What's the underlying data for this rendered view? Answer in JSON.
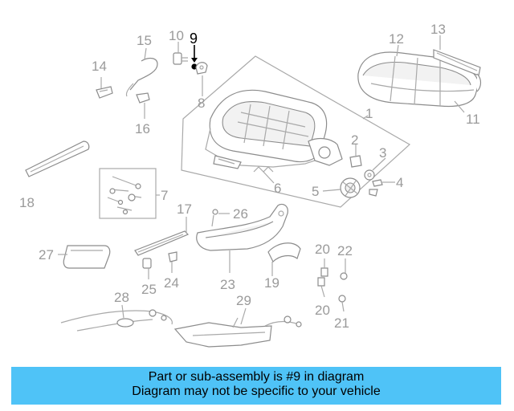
{
  "diagram": {
    "highlighted_part": "9",
    "callouts": [
      "1",
      "2",
      "3",
      "4",
      "5",
      "6",
      "7",
      "8",
      "9",
      "10",
      "11",
      "12",
      "13",
      "14",
      "15",
      "16",
      "17",
      "18",
      "19",
      "20",
      "20",
      "21",
      "22",
      "23",
      "24",
      "25",
      "26",
      "27",
      "28",
      "29"
    ]
  },
  "banner": {
    "line1": "Part or sub-assembly is #9 in diagram",
    "line2": "Diagram may not be specific to your vehicle"
  },
  "colors": {
    "banner_background": "#4fc3f7",
    "highlight": "#000000",
    "linework": "#9a9a9a"
  }
}
